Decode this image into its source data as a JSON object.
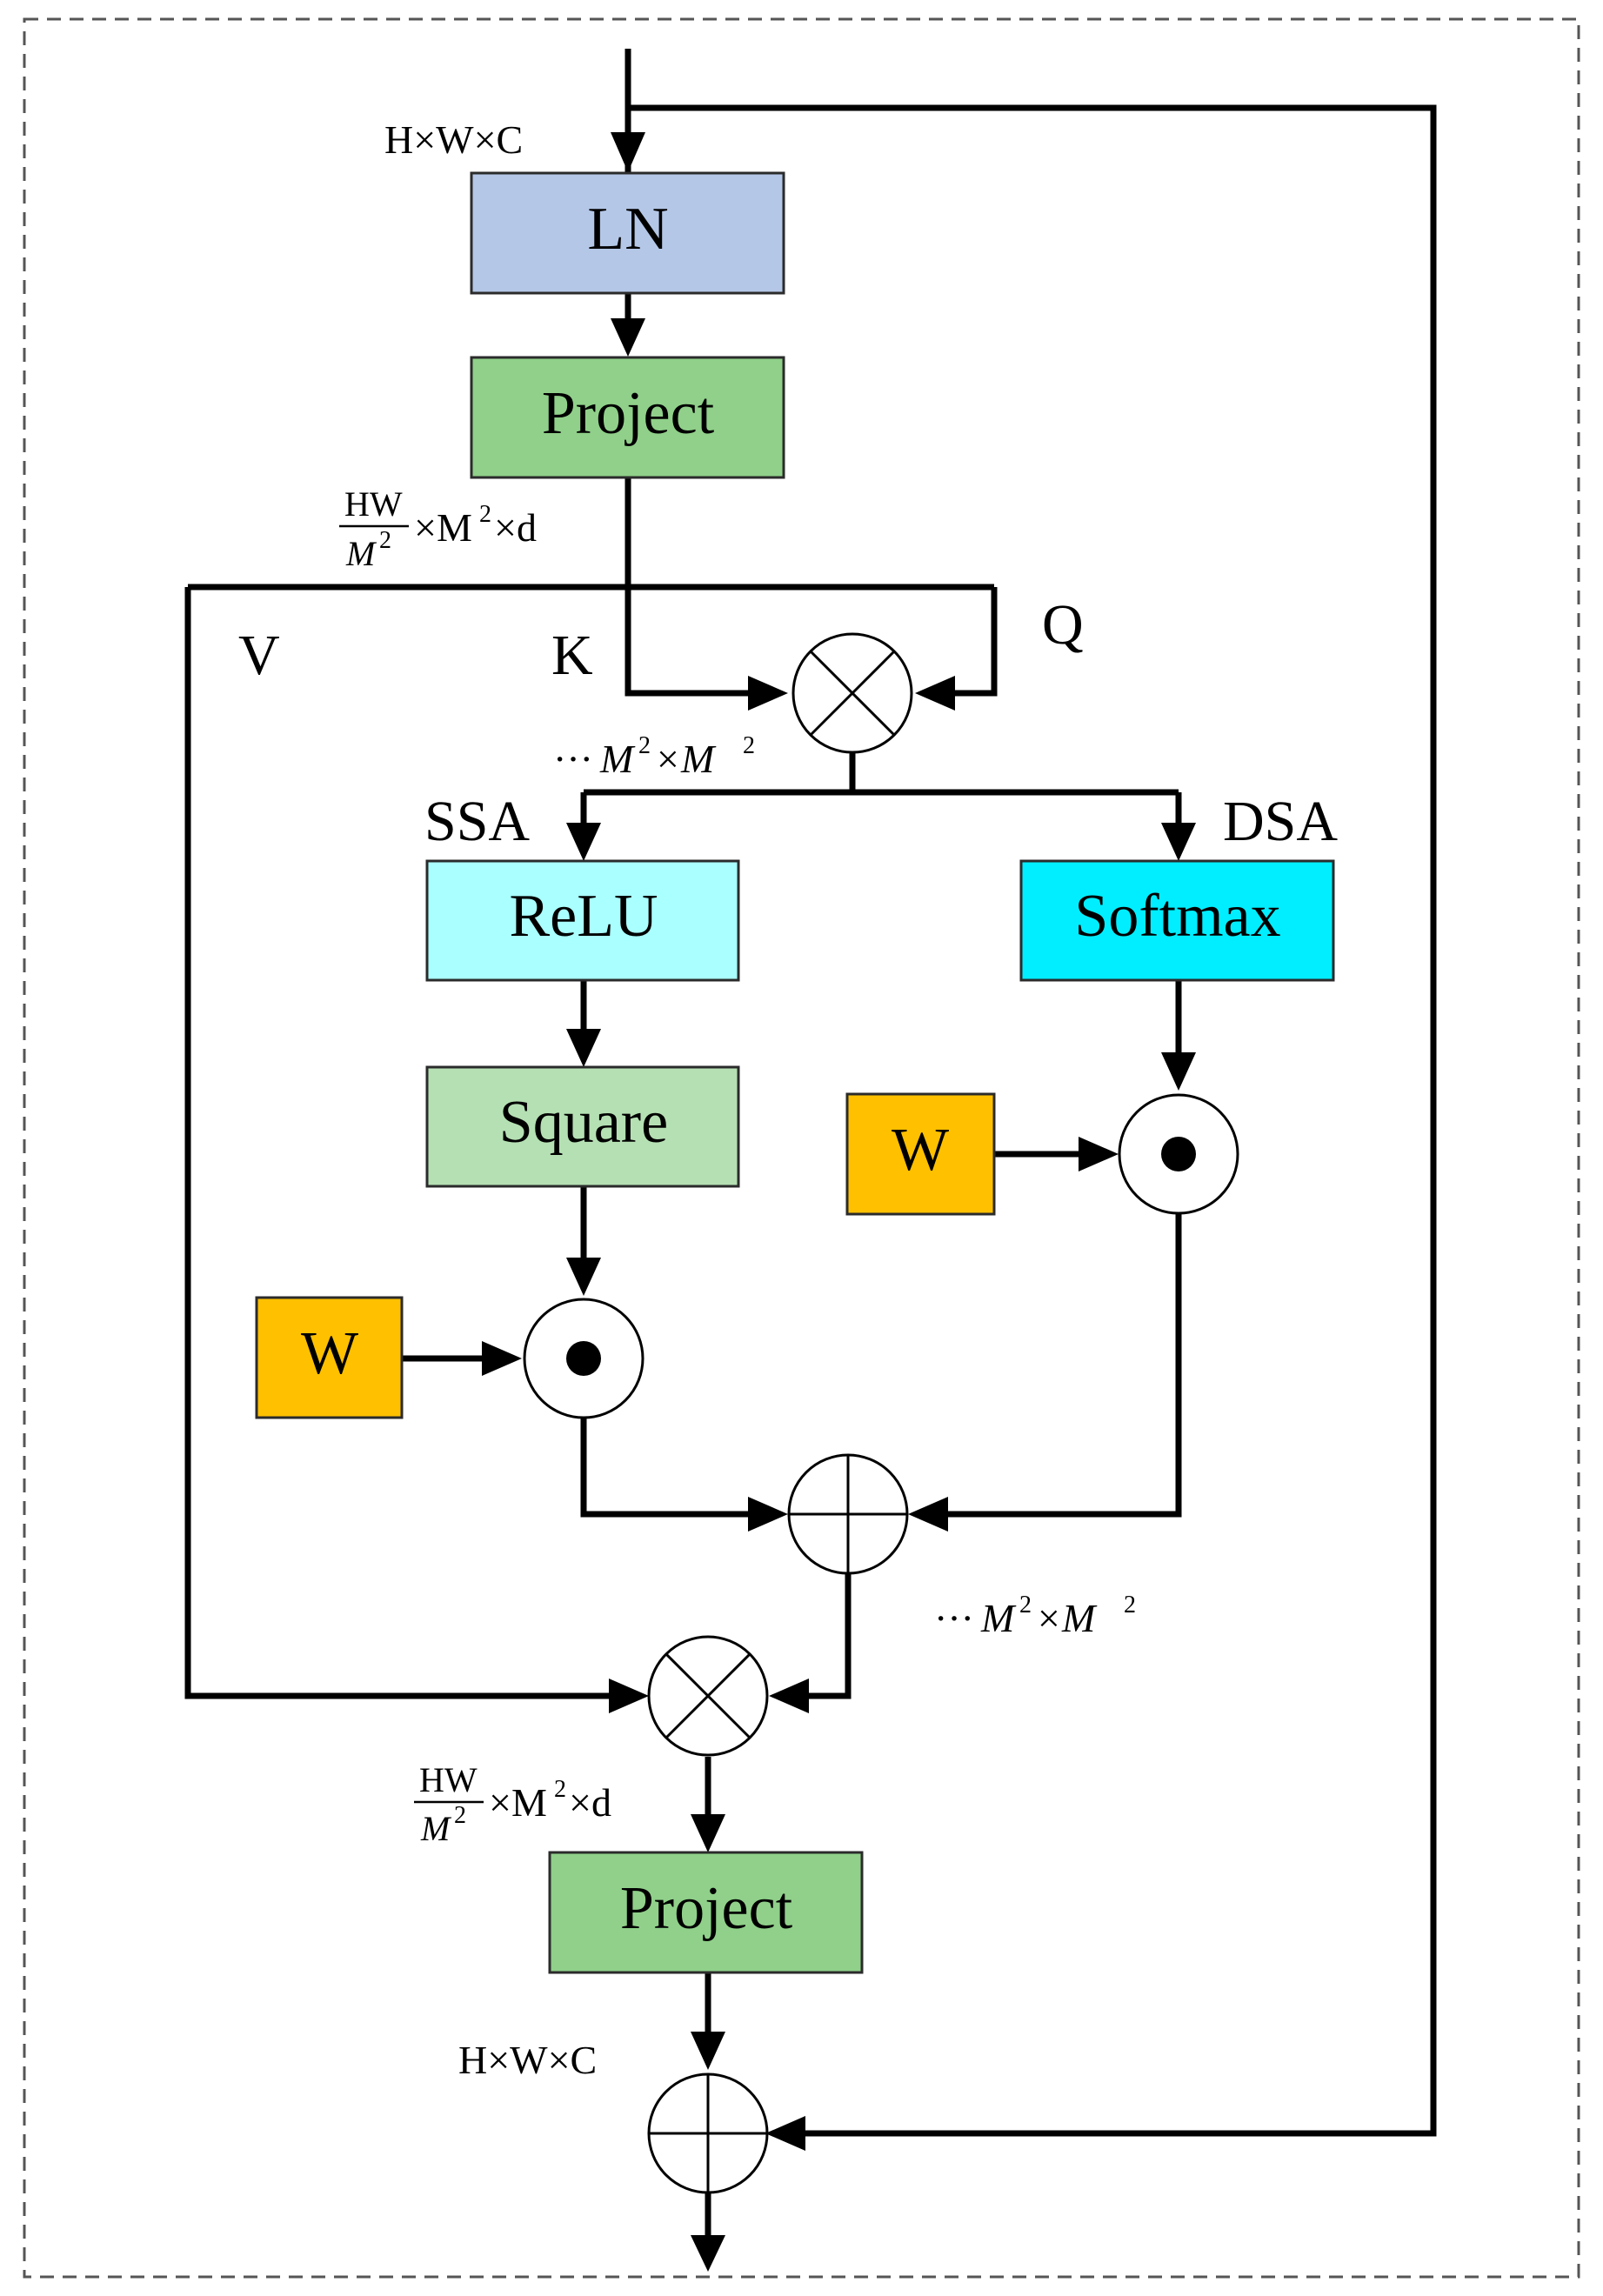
{
  "blocks": {
    "ln": {
      "label": "LN",
      "color": "#b4c7e7"
    },
    "project_top": {
      "label": "Project",
      "color": "#90d08a"
    },
    "relu": {
      "label": "ReLU",
      "color": "#aaffff"
    },
    "square": {
      "label": "Square",
      "color": "#b5e0b3"
    },
    "softmax": {
      "label": "Softmax",
      "color": "#00eeff"
    },
    "w_left": {
      "label": "W",
      "color": "#ffc000"
    },
    "w_right": {
      "label": "W",
      "color": "#ffc000"
    },
    "project_bottom": {
      "label": "Project",
      "color": "#90d08a"
    }
  },
  "branch_labels": {
    "v": "V",
    "k": "K",
    "q": "Q",
    "ssa": "SSA",
    "dsa": "DSA"
  },
  "dimensions": {
    "input": "H×W×C",
    "output": "H×W×C",
    "frac_num": "HW",
    "frac_den": "M",
    "frac_den_exp": "2",
    "proj_rest_a": "×M",
    "proj_rest_exp": "2",
    "proj_rest_b": "×d",
    "attn_lead": "···",
    "attn_base": "M",
    "attn_exp": "2",
    "attn_times": "×M",
    "attn_exp2": "2"
  },
  "operators": {
    "matmul": "multiply",
    "hadamard": "element-wise",
    "add": "add"
  }
}
